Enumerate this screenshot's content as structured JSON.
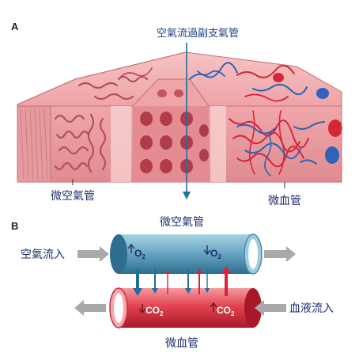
{
  "panel_a": {
    "letter": "A",
    "title": "空氣流過副支氣管",
    "label_left": "微空氣管",
    "label_right": "微血管"
  },
  "panel_b": {
    "letter": "B",
    "top_tube_label": "微空氣管",
    "bottom_tube_label": "微血管",
    "air_in_label": "空氣流入",
    "blood_in_label": "血液流入",
    "o2_in_top": "O",
    "o2_in_top_sub": "2",
    "o2_out_top": "O",
    "o2_out_top_sub": "2",
    "co2_left": "CO",
    "co2_left_sub": "2",
    "co2_right": "CO",
    "co2_right_sub": "2"
  },
  "colors": {
    "air_tube": "#5f9fbd",
    "blood_tube": "#e23c4b",
    "tissue": "#e8949a",
    "capillary_blue": "#2f62b8",
    "capillary_red": "#d6253a",
    "label_blue": "#1b3f84"
  }
}
